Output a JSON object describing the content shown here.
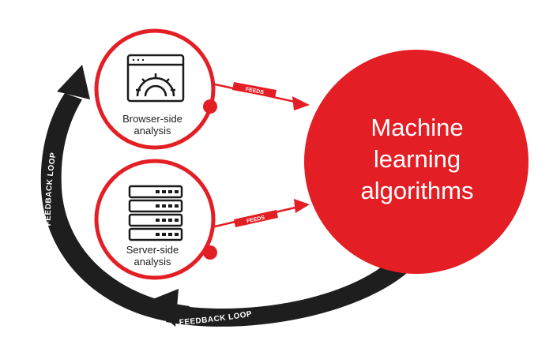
{
  "colors": {
    "accent": "#e31e24",
    "loop": "#1e1e1e",
    "icon": "#1a1a1a",
    "background": "#ffffff"
  },
  "nodes": {
    "browser": {
      "label_line1": "Browser-side",
      "label_line2": "analysis",
      "icon": "browser-gear-icon"
    },
    "server": {
      "label_line1": "Server-side",
      "label_line2": "analysis",
      "icon": "server-rack-icon"
    },
    "ml": {
      "line1": "Machine",
      "line2": "learning",
      "line3": "algorithms"
    }
  },
  "arrows": {
    "feeds_top": "FEEDS",
    "feeds_bottom": "FEEDS"
  },
  "feedback": {
    "left_label": "FEEDBACK LOOP",
    "bottom_label": "FEEDBACK LOOP"
  }
}
